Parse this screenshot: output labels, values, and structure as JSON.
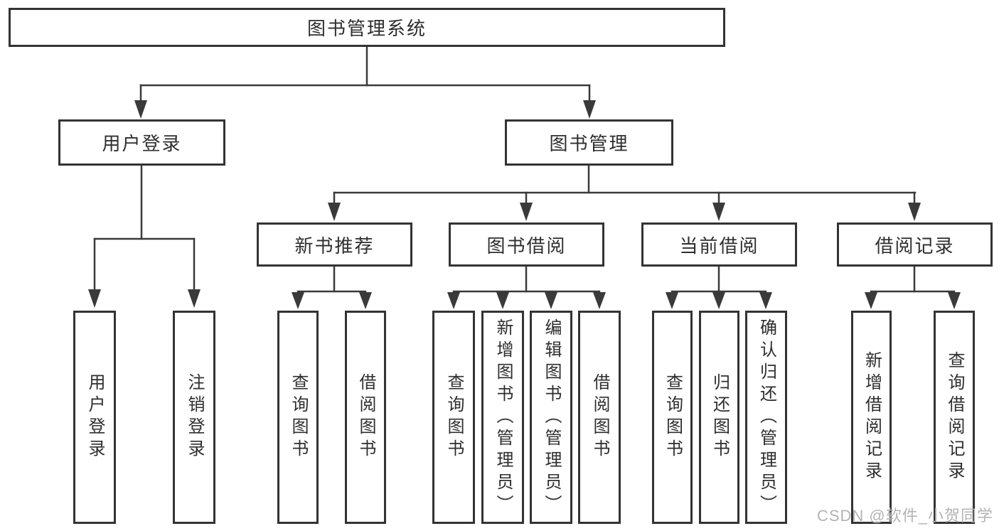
{
  "diagram": {
    "root": {
      "label": "图书管理系统"
    },
    "branches": [
      {
        "label": "用户登录",
        "children": [
          {
            "label": "用户登录"
          },
          {
            "label": "注销登录"
          }
        ]
      },
      {
        "label": "图书管理",
        "children": [
          {
            "label": "新书推荐",
            "children": [
              {
                "label": "查询图书"
              },
              {
                "label": "借阅图书"
              }
            ]
          },
          {
            "label": "图书借阅",
            "children": [
              {
                "label": "查询图书"
              },
              {
                "label": "新增图书（管理员）"
              },
              {
                "label": "编辑图书（管理员）"
              },
              {
                "label": "借阅图书"
              }
            ]
          },
          {
            "label": "当前借阅",
            "children": [
              {
                "label": "查询图书"
              },
              {
                "label": "归还图书"
              },
              {
                "label": "确认归还（管理员）"
              }
            ]
          },
          {
            "label": "借阅记录",
            "children": [
              {
                "label": "新增借阅记录"
              },
              {
                "label": "查询借阅记录"
              }
            ]
          }
        ]
      }
    ]
  },
  "watermark": {
    "text": "CSDN @软件_小贺同学"
  },
  "colors": {
    "line": "#3a3a3a",
    "border": "#333333",
    "text": "#2e2e2e",
    "bg": "#ffffff",
    "watermark": "#b3b3b3"
  }
}
